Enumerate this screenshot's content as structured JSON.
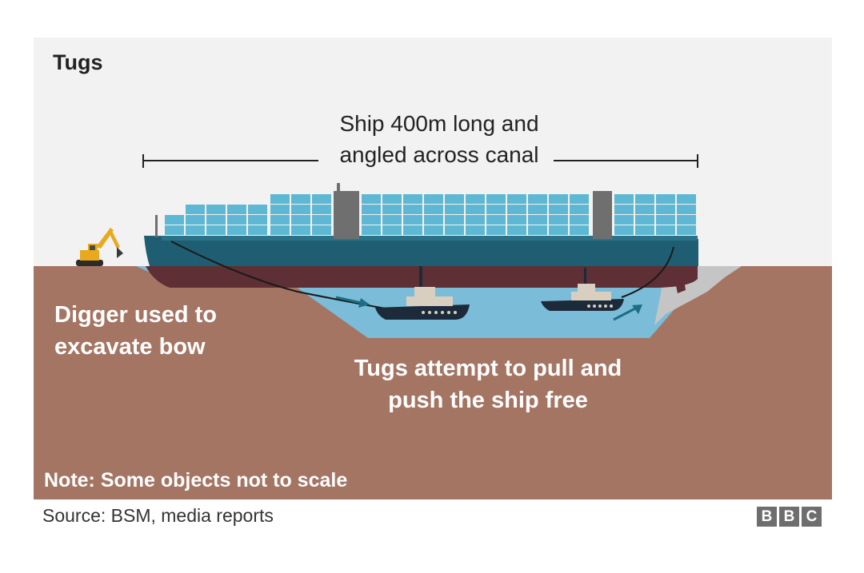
{
  "title": "Tugs",
  "ship_label_line1": "Ship 400m long and",
  "ship_label_line2": "angled across canal",
  "digger_label_line1": "Digger used to",
  "digger_label_line2": "excavate bow",
  "tugs_label_line1": "Tugs attempt to pull and",
  "tugs_label_line2": "push the ship free",
  "note": "Note: Some objects not to scale",
  "source": "Source: BSM, media reports",
  "logo_letters": [
    "B",
    "B",
    "C"
  ],
  "colors": {
    "background": "#f2f2f2",
    "ground": "#a57563",
    "water": "#7bbcd8",
    "hull_top": "#1f5e72",
    "hull_bottom": "#5e2f34",
    "container": "#5fb8d3",
    "tower": "#6f6f6f",
    "digger": "#e8a91c",
    "arrow": "#1d6e84",
    "logo": "#6e6e6e"
  }
}
